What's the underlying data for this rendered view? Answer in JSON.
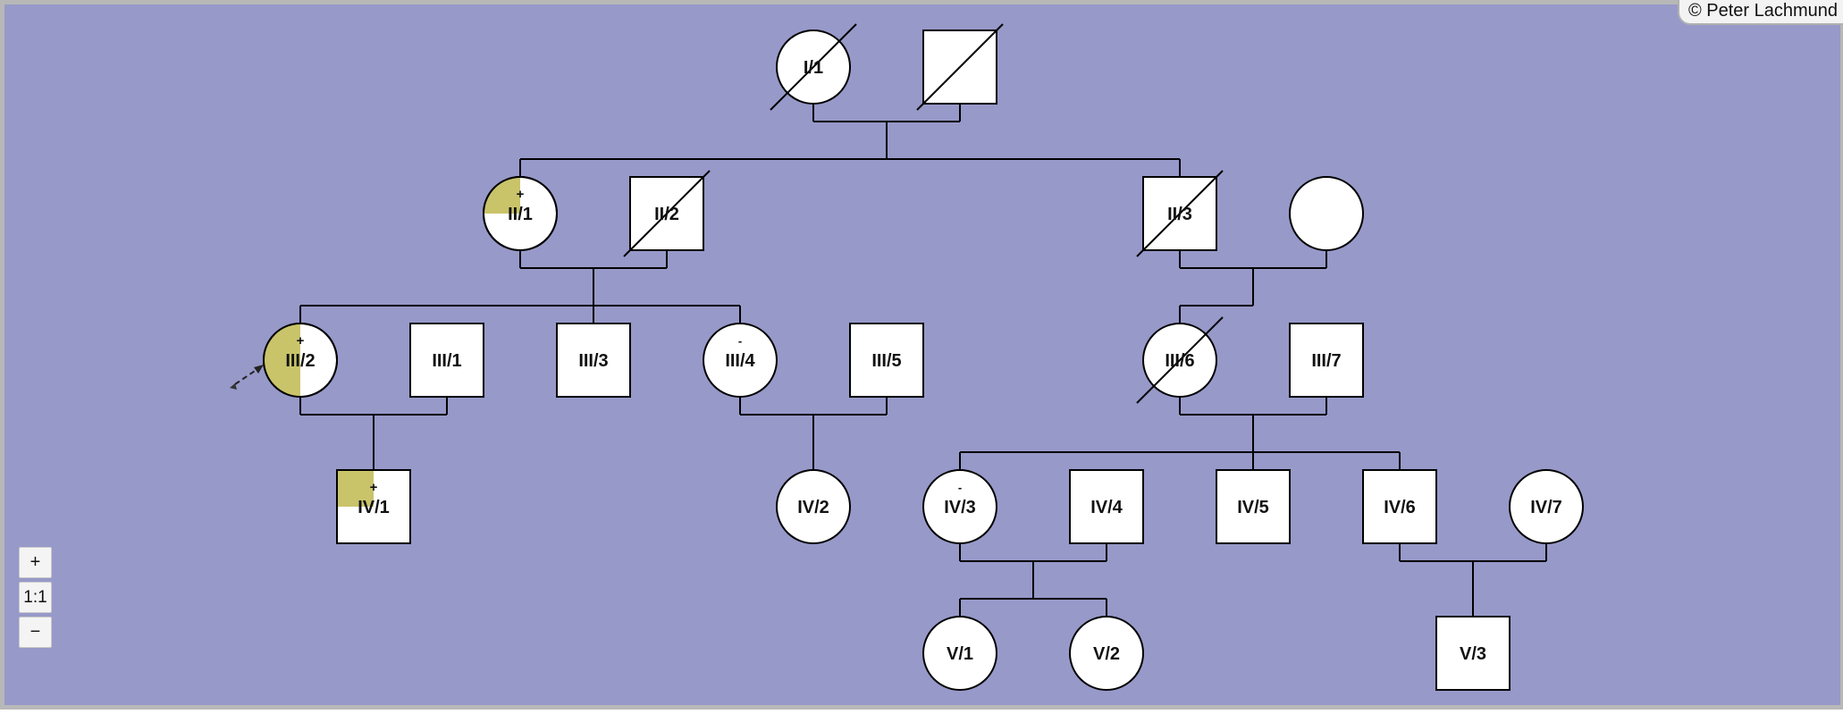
{
  "credit": "© Peter Lachmund",
  "zoom_controls": {
    "zoom_in": "+",
    "reset": "1:1",
    "zoom_out": "−"
  },
  "colors": {
    "background": "#9799c9",
    "affected_fill": "#c9c46a",
    "line": "#000000"
  },
  "individuals": [
    {
      "id": "I/1",
      "label": "I/1",
      "sex": "female",
      "deceased": true
    },
    {
      "id": "I/2",
      "label": "",
      "sex": "male",
      "deceased": true
    },
    {
      "id": "II/1",
      "label": "II/1",
      "sex": "female",
      "affected": "quarter",
      "marker": "+"
    },
    {
      "id": "II/2",
      "label": "II/2",
      "sex": "male",
      "deceased": true
    },
    {
      "id": "II/3",
      "label": "II/3",
      "sex": "male",
      "deceased": true
    },
    {
      "id": "II/4",
      "label": "",
      "sex": "female"
    },
    {
      "id": "III/2",
      "label": "III/2",
      "sex": "female",
      "affected": "left_half",
      "marker": "+",
      "proband": true
    },
    {
      "id": "III/1",
      "label": "III/1",
      "sex": "male"
    },
    {
      "id": "III/3",
      "label": "III/3",
      "sex": "male"
    },
    {
      "id": "III/4",
      "label": "III/4",
      "sex": "female",
      "marker": "-"
    },
    {
      "id": "III/5",
      "label": "III/5",
      "sex": "male"
    },
    {
      "id": "III/6",
      "label": "III/6",
      "sex": "female",
      "deceased": true
    },
    {
      "id": "III/7",
      "label": "III/7",
      "sex": "male"
    },
    {
      "id": "IV/1",
      "label": "IV/1",
      "sex": "male",
      "affected": "quarter",
      "marker": "+"
    },
    {
      "id": "IV/2",
      "label": "IV/2",
      "sex": "female"
    },
    {
      "id": "IV/3",
      "label": "IV/3",
      "sex": "female",
      "marker": "-"
    },
    {
      "id": "IV/4",
      "label": "IV/4",
      "sex": "male"
    },
    {
      "id": "IV/5",
      "label": "IV/5",
      "sex": "male"
    },
    {
      "id": "IV/6",
      "label": "IV/6",
      "sex": "male"
    },
    {
      "id": "IV/7",
      "label": "IV/7",
      "sex": "female"
    },
    {
      "id": "V/1",
      "label": "V/1",
      "sex": "female"
    },
    {
      "id": "V/2",
      "label": "V/2",
      "sex": "female"
    },
    {
      "id": "V/3",
      "label": "V/3",
      "sex": "male"
    }
  ],
  "families": [
    {
      "parents": [
        "I/1",
        "I/2"
      ],
      "children": [
        "II/1",
        "II/3"
      ]
    },
    {
      "parents": [
        "II/1",
        "II/2"
      ],
      "children": [
        "III/2",
        "III/3",
        "III/4"
      ]
    },
    {
      "parents": [
        "II/3",
        "II/4"
      ],
      "children": [
        "III/6"
      ]
    },
    {
      "parents": [
        "III/2",
        "III/1"
      ],
      "children": [
        "IV/1"
      ]
    },
    {
      "parents": [
        "III/4",
        "III/5"
      ],
      "children": [
        "IV/2"
      ]
    },
    {
      "parents": [
        "III/6",
        "III/7"
      ],
      "children": [
        "IV/3",
        "IV/5",
        "IV/6"
      ]
    },
    {
      "parents": [
        "IV/3",
        "IV/4"
      ],
      "children": [
        "V/1",
        "V/2"
      ]
    },
    {
      "parents": [
        "IV/6",
        "IV/7"
      ],
      "children": [
        "V/3"
      ]
    }
  ]
}
